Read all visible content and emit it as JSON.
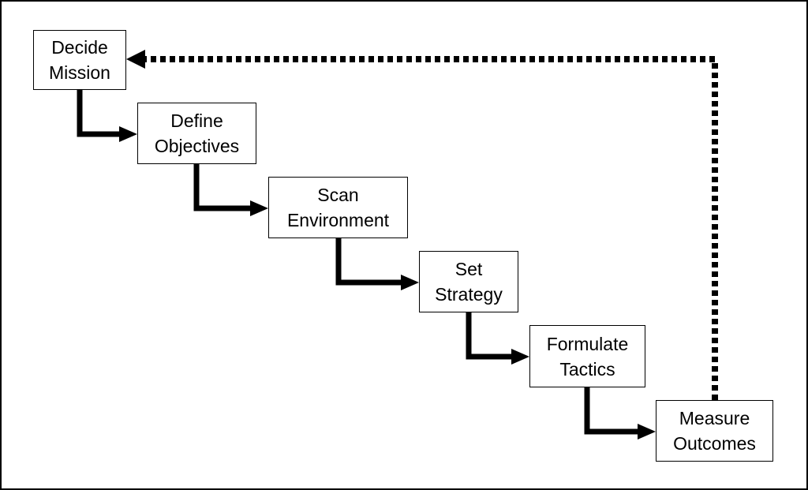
{
  "steps": [
    {
      "line1": "Decide",
      "line2": "Mission"
    },
    {
      "line1": "Define",
      "line2": "Objectives"
    },
    {
      "line1": "Scan",
      "line2": "Environment"
    },
    {
      "line1": "Set",
      "line2": "Strategy"
    },
    {
      "line1": "Formulate",
      "line2": "Tactics"
    },
    {
      "line1": "Measure",
      "line2": "Outcomes"
    }
  ],
  "colors": {
    "stroke": "#000000",
    "box_fill": "#ffffff",
    "background": "#ffffff"
  }
}
